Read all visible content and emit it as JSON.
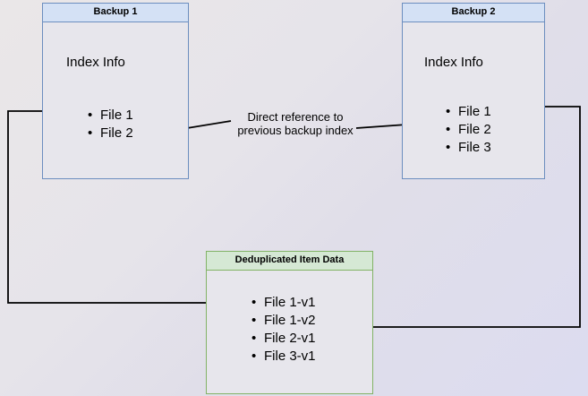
{
  "diagram": {
    "title_hidden": "Backup deduplication index reference diagram",
    "background": {
      "gradient_from": "#eae7e8",
      "gradient_to": "#dcdcf0"
    },
    "colors": {
      "blue_border": "#6c8ebf",
      "blue_header": "#d4e1f5",
      "green_border": "#82b366",
      "green_header": "#d5e8d4",
      "body_fill": "#e7e6ec",
      "connector": "#000000"
    },
    "boxes": [
      {
        "id": "backup-1",
        "header": "Backup 1",
        "section_label": "Index Info",
        "items": [
          "File 1",
          "File 2"
        ]
      },
      {
        "id": "backup-2",
        "header": "Backup 2",
        "section_label": "Index Info",
        "items": [
          "File 1",
          "File 2",
          "File 3"
        ]
      },
      {
        "id": "deduplicated-item-data",
        "header": "Deduplicated Item Data",
        "items": [
          "File 1-v1",
          "File 1-v2",
          "File 2-v1",
          "File 3-v1"
        ]
      }
    ],
    "edge_labels": {
      "direct_reference": {
        "line1": "Direct reference to",
        "line2": "previous backup index"
      }
    }
  }
}
